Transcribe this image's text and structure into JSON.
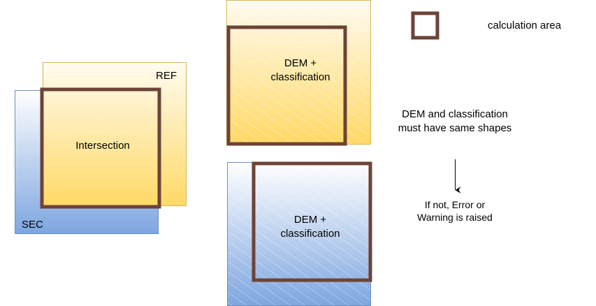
{
  "diagram": {
    "left_group": {
      "ref_label": "REF",
      "sec_label": "SEC",
      "intersection_label": "Intersection"
    },
    "top_group": {
      "label_line1": "DEM +",
      "label_line2": "classification"
    },
    "bottom_group": {
      "label_line1": "DEM +",
      "label_line2": "classification"
    },
    "legend": {
      "calculation_area_label": "calculation area"
    },
    "notes": {
      "shapes_line1": "DEM and classification",
      "shapes_line2": "must have same shapes",
      "result_line1": "If not, Error or",
      "result_line2": "Warning is raised"
    }
  },
  "colors": {
    "calc_border": "#6d4337",
    "ref_border": "#d6b656",
    "ref_fill_top": "#fffbf0",
    "ref_fill_bottom": "#ffd966",
    "sec_border": "#6c8ebf",
    "sec_fill_top": "#ffffff",
    "sec_fill_bottom": "#7ea6e0"
  }
}
